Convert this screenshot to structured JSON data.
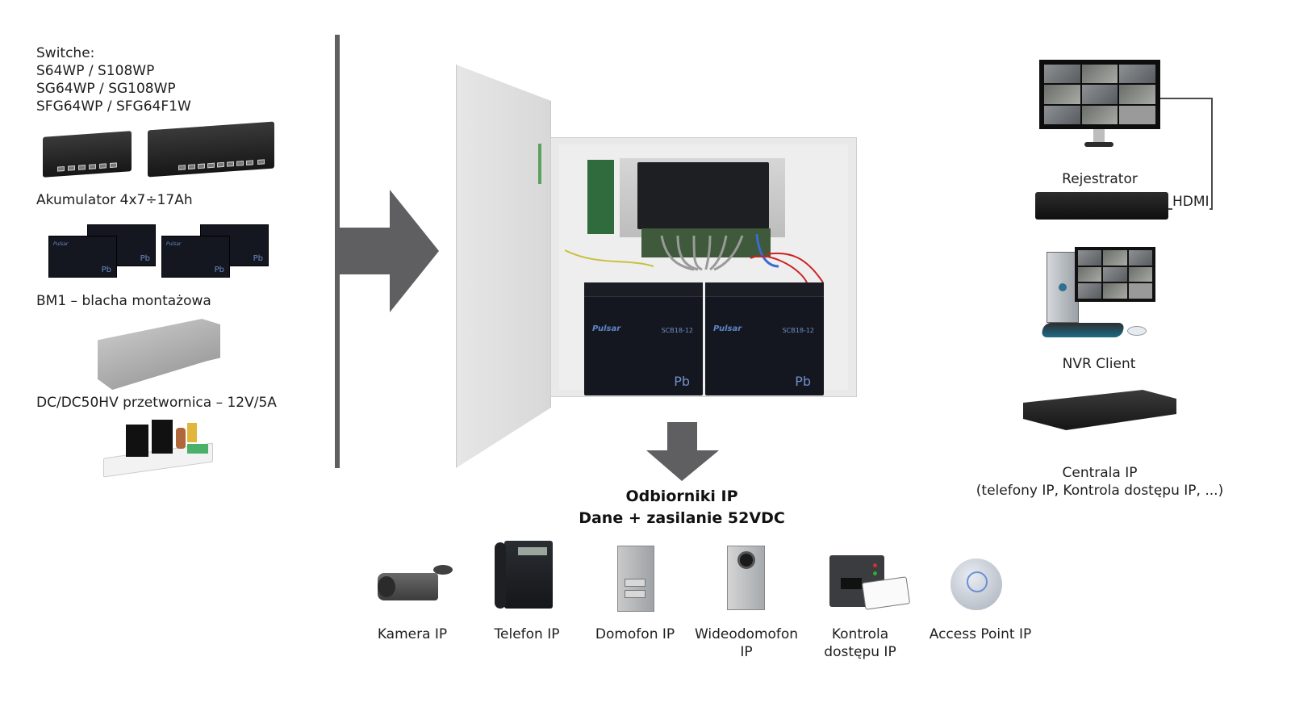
{
  "left_panel": {
    "switches": {
      "title": "Switche:",
      "models": [
        "S64WP / S108WP",
        "SG64WP / SG108WP",
        "SFG64WP / SFG64F1W"
      ]
    },
    "battery": {
      "label": "Akumulator 4x7÷17Ah"
    },
    "mounting_plate": {
      "label": "BM1 – blacha montażowa"
    },
    "converter": {
      "label": "DC/DC50HV przetwornica – 12V/5A"
    }
  },
  "center": {
    "cabinet": {
      "battery_brand": "Pulsar",
      "battery_model": "SCB18-12",
      "battery_marking": "Pb"
    },
    "output": {
      "title": "Odbiorniki IP",
      "subtitle": "Dane + zasilanie 52VDC"
    }
  },
  "devices": [
    {
      "label": "Kamera IP",
      "icon": "ip-camera-icon"
    },
    {
      "label": "Telefon IP",
      "icon": "ip-phone-icon"
    },
    {
      "label": "Domofon IP",
      "icon": "door-intercom-icon"
    },
    {
      "label": "Wideodomofon IP",
      "icon": "video-intercom-icon"
    },
    {
      "label": "Kontrola dostępu IP",
      "icon": "access-control-icon"
    },
    {
      "label": "Access Point IP",
      "icon": "access-point-icon"
    }
  ],
  "right_panel": {
    "recorder": {
      "label": "Rejestrator",
      "connection": "HDMI"
    },
    "nvr_client": {
      "label": "NVR Client"
    },
    "pbx": {
      "label": "Centrala IP",
      "sublabel": "(telefony IP, Kontrola dostępu IP, ...)"
    }
  },
  "colors": {
    "arrow": "#5f5f62",
    "divider": "#5f5f62",
    "text": "#1e1e1e",
    "battery_label": "#6a8cc8"
  }
}
